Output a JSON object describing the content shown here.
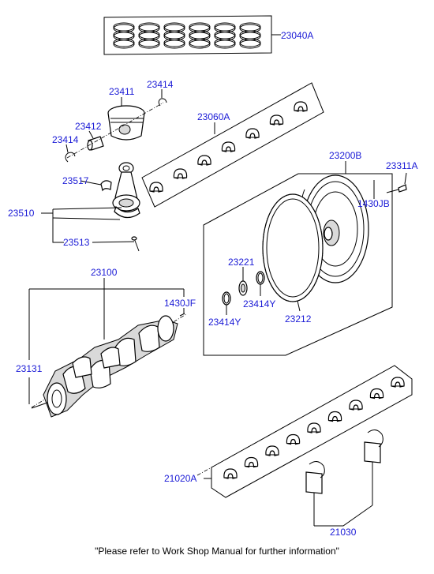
{
  "labels": {
    "rings": "23040A",
    "piston": "23411",
    "snap_ring_top": "23414",
    "pin": "23412",
    "snap_ring_left": "23414",
    "bearing_upper": "23060A",
    "rod_bearing": "23517",
    "rod_assy": "23510",
    "rod_bolt": "23513",
    "flywheel": "23200B",
    "flywheel_bolt": "23311A",
    "dowel_fw": "1430JB",
    "seal_rear": "23221",
    "seal_ring_a": "23414Y",
    "seal_ring_b": "23414Y",
    "ring_gear": "23212",
    "crankshaft": "23100",
    "dowel_crank": "1430JF",
    "crank_key": "23131",
    "main_bearing": "21020A",
    "thrust_bearing": "21030"
  },
  "footer_note": "\"Please refer to Work Shop Manual for further information\"",
  "colors": {
    "label": "#1a1ad6",
    "line": "#000000"
  }
}
